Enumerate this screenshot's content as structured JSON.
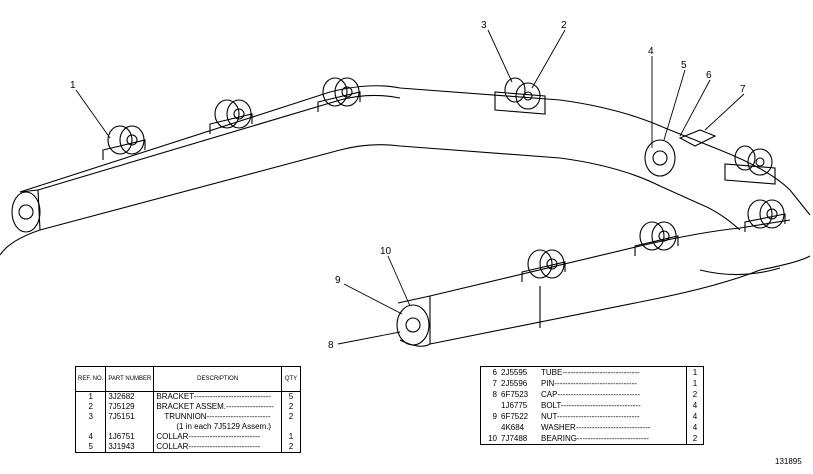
{
  "callouts": [
    "1",
    "2",
    "3",
    "4",
    "5",
    "6",
    "7",
    "8",
    "9",
    "10"
  ],
  "left_table": {
    "headers": {
      "ref": "REF. NO.",
      "part": "PART NUMBER",
      "desc": "DESCRIPTION",
      "qty": "QTY"
    },
    "rows": [
      {
        "ref": "1",
        "part": "3J2682",
        "desc": "BRACKET-----------------------------",
        "qty": "5"
      },
      {
        "ref": "2",
        "part": "7J5129",
        "desc": "BRACKET ASSEM.------------------",
        "qty": "2"
      },
      {
        "ref": "3",
        "part": "7J5151",
        "desc": "TRUNNION------------------------",
        "qty": "2"
      },
      {
        "ref": "",
        "part": "",
        "desc": "(1 in each 7J5129 Assem.)",
        "qty": ""
      },
      {
        "ref": "4",
        "part": "1J6751",
        "desc": "COLLAR---------------------------",
        "qty": "1"
      },
      {
        "ref": "5",
        "part": "3J1943",
        "desc": "COLLAR---------------------------",
        "qty": "2"
      }
    ]
  },
  "right_table": {
    "rows": [
      {
        "ref": "6",
        "part": "2J5595",
        "desc": "TUBE-----------------------------",
        "qty": "1"
      },
      {
        "ref": "7",
        "part": "2J5596",
        "desc": "PIN-------------------------------",
        "qty": "1"
      },
      {
        "ref": "8",
        "part": "6F7523",
        "desc": "CAP-------------------------------",
        "qty": "2"
      },
      {
        "ref": "",
        "part": "1J6775",
        "desc": "BOLT------------------------------",
        "qty": "4"
      },
      {
        "ref": "9",
        "part": "6F7522",
        "desc": "NUT-------------------------------",
        "qty": "4"
      },
      {
        "ref": "",
        "part": "4K684",
        "desc": "WASHER----------------------------",
        "qty": "4"
      },
      {
        "ref": "10",
        "part": "7J7488",
        "desc": "BEARING---------------------------",
        "qty": "2"
      }
    ]
  },
  "drawing_number": "131895"
}
